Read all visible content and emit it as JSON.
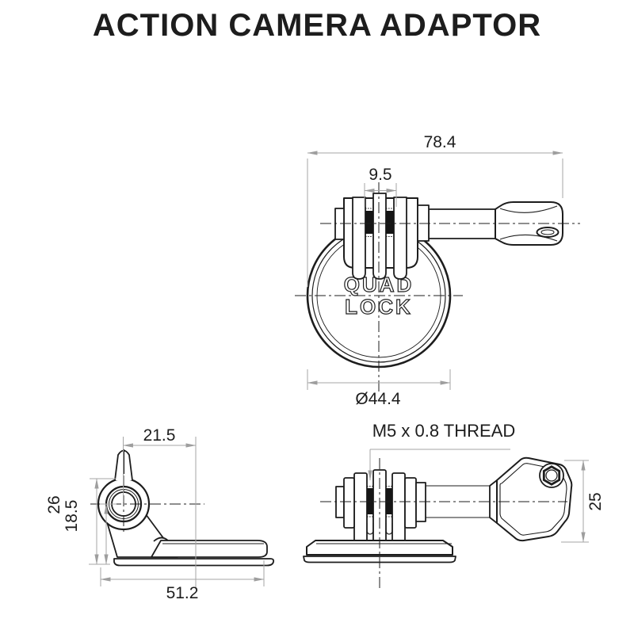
{
  "title": "ACTION CAMERA ADAPTOR",
  "logo": {
    "line1": "QUAD",
    "line2": "LOCK"
  },
  "front_view": {
    "dim_overall_width": "78.4",
    "dim_prong_gap": "9.5",
    "dim_diameter": "Ø44.4"
  },
  "side_view": {
    "dim_arm_offset": "21.5",
    "dim_overall_height": "26",
    "dim_pivot_height": "18.5",
    "dim_base_length": "51.2"
  },
  "thumbscrew_view": {
    "thread_label": "M5 x 0.8 THREAD",
    "dim_knob_height": "25"
  },
  "colors": {
    "line": "#1d1d1d",
    "dimension": "#a6a6a6",
    "background": "#ffffff"
  }
}
